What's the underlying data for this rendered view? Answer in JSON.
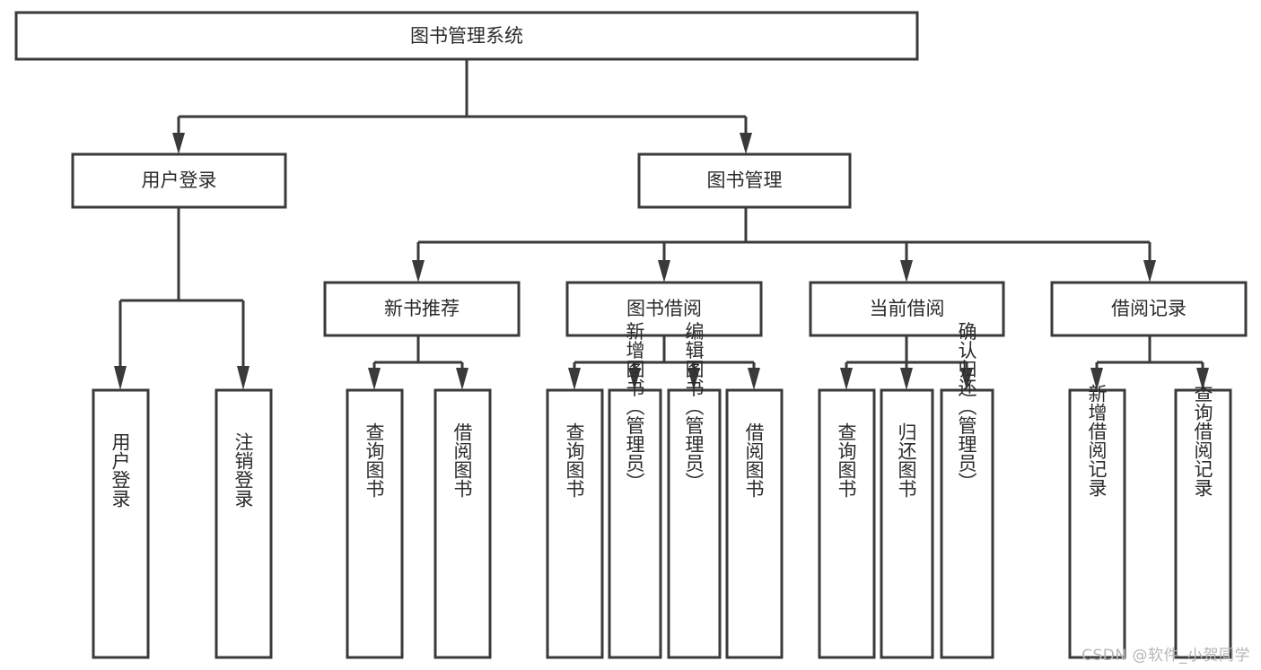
{
  "diagram": {
    "title": "图书管理系统",
    "watermark": "CSDN @软件_小贺同学",
    "root": {
      "label": "图书管理系统"
    },
    "level1": [
      {
        "label": "用户登录"
      },
      {
        "label": "图书管理"
      }
    ],
    "level2": [
      {
        "label": "新书推荐"
      },
      {
        "label": "图书借阅"
      },
      {
        "label": "当前借阅"
      },
      {
        "label": "借阅记录"
      }
    ],
    "leaves": {
      "user_login": [
        {
          "label": "用户登录"
        },
        {
          "label": "注销登录"
        }
      ],
      "new_book_recommend": [
        {
          "label": "查询图书"
        },
        {
          "label": "借阅图书"
        }
      ],
      "book_borrow": [
        {
          "label": "查询图书"
        },
        {
          "label": "新增图书（管理员）"
        },
        {
          "label": "编辑图书（管理员）"
        },
        {
          "label": "借阅图书"
        }
      ],
      "current_borrow": [
        {
          "label": "查询图书"
        },
        {
          "label": "归还图书"
        },
        {
          "label": "确认归还（管理员）"
        }
      ],
      "borrow_record": [
        {
          "label": "新增借阅记录"
        },
        {
          "label": "查询借阅记录"
        }
      ]
    },
    "colors": {
      "stroke": "#3a3a3a",
      "fill": "#ffffff",
      "text": "#2b2b2b",
      "watermark": "#b6b6b6"
    }
  }
}
